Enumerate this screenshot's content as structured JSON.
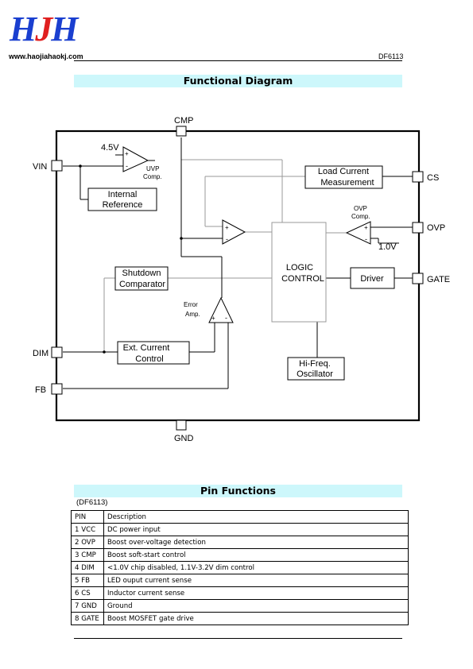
{
  "header": {
    "logo": {
      "h": "H",
      "j": "J",
      "h2": "H"
    },
    "website": "www.haojiahaokj.com",
    "doc_id": "DF6113"
  },
  "sections": {
    "functional_diagram": "Functional Diagram",
    "pin_functions": "Pin Functions"
  },
  "diagram": {
    "pins": {
      "cmp": "CMP",
      "vin": "VIN",
      "cs": "CS",
      "ovp": "OVP",
      "gate": "GATE",
      "dim": "DIM",
      "fb": "FB",
      "gnd": "GND"
    },
    "uvp_ref": "4.5V",
    "uvp_label": [
      "UVP",
      "Comp."
    ],
    "internal_reference": [
      "Internal",
      "Reference"
    ],
    "load_current": [
      "Load Current",
      "Measurement"
    ],
    "ovp_label": [
      "OVP",
      "Comp."
    ],
    "ovp_ref": "1.0V",
    "logic": [
      "LOGIC",
      "CONTROL"
    ],
    "driver": "Driver",
    "shutdown": [
      "Shutdown",
      "Comparator"
    ],
    "error_amp": [
      "Error",
      "Amp."
    ],
    "ext_current": [
      "Ext. Current",
      "Control"
    ],
    "oscillator": [
      "Hi-Freq.",
      "Oscillator"
    ],
    "plus": "+",
    "minus": "-"
  },
  "pin_table": {
    "caption": "(DF6113)",
    "header": [
      "PIN",
      "Description"
    ],
    "rows": [
      [
        "1 VCC",
        "DC power input"
      ],
      [
        "2 OVP",
        "Boost over-voltage detection"
      ],
      [
        "3 CMP",
        "Boost soft-start control"
      ],
      [
        "4 DIM",
        "<1.0V chip disabled, 1.1V-3.2V dim control"
      ],
      [
        "5 FB",
        "LED ouput current sense"
      ],
      [
        "6 CS",
        "Inductor current sense"
      ],
      [
        "7 GND",
        "Ground"
      ],
      [
        "8 GATE",
        "Boost MOSFET gate drive"
      ]
    ]
  }
}
